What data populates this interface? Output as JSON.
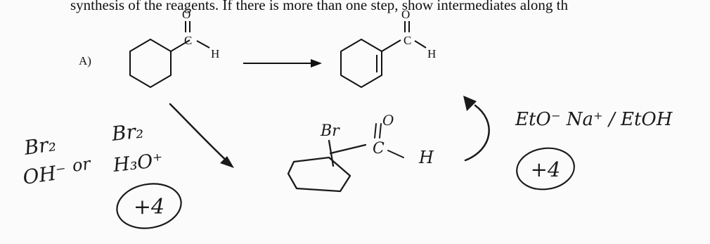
{
  "instruction_fragment": "synthesis of the reagents. If there is more than one step, show intermediates along th",
  "problem": {
    "label": "A)",
    "start_aldehyde": {
      "carbonyl_o": "O",
      "carbonyl_c": "C",
      "aldehyde_h": "H"
    },
    "product_aldehyde": {
      "carbonyl_o": "O",
      "carbonyl_c": "C",
      "aldehyde_h": "H"
    }
  },
  "handwriting": {
    "left_reagents": {
      "option1_line1": "Br₂",
      "option1_line2": "OH⁻",
      "connector": "or",
      "option2_line1": "Br₂",
      "option2_line2": "H₃O⁺"
    },
    "left_score": "+4",
    "intermediate": {
      "substituent": "Br",
      "carbonyl_o": "O",
      "carbonyl_c": "C",
      "aldehyde_h": "H"
    },
    "right_reagents": "EtO⁻ Na⁺ / EtOH",
    "right_score": "+4"
  }
}
